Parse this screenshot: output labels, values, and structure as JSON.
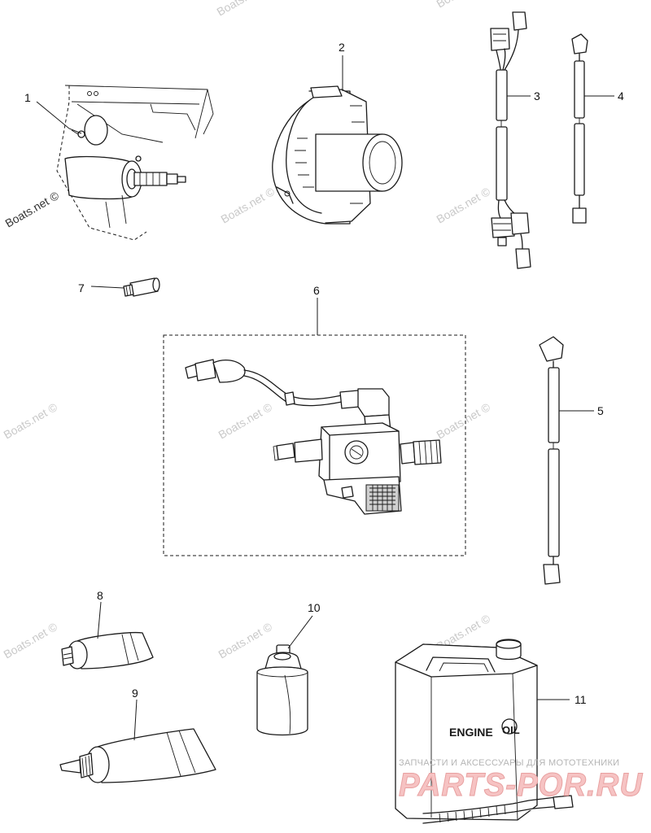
{
  "callouts": [
    "1",
    "2",
    "3",
    "4",
    "5",
    "6",
    "7",
    "8",
    "9",
    "10",
    "11"
  ],
  "watermark": "Boats.net ©",
  "oil_label_left": "ENGINE",
  "oil_label_right": "OIL",
  "brand": {
    "tagline": "ЗАПЧАСТИ И АКСЕССУАРЫ ДЛЯ МОТОТЕХНИКИ",
    "name": "PARTS-POR.RU"
  }
}
